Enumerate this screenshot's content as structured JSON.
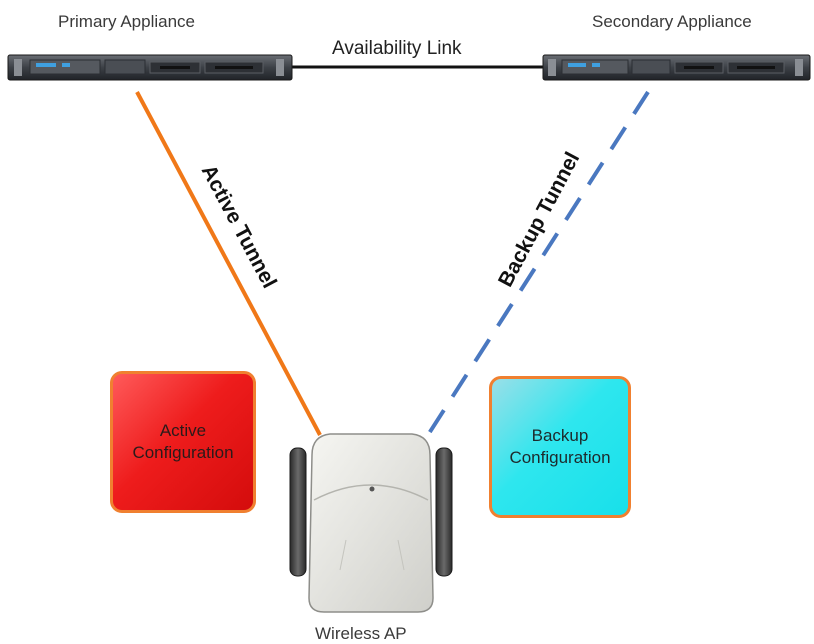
{
  "labels": {
    "primary_appliance": "Primary Appliance",
    "secondary_appliance": "Secondary Appliance",
    "availability_link": "Availability Link",
    "active_tunnel": "Active Tunnel",
    "backup_tunnel": "Backup Tunnel",
    "wireless_ap": "Wireless AP"
  },
  "boxes": {
    "active": {
      "line1": "Active",
      "line2": "Configuration"
    },
    "backup": {
      "line1": "Backup",
      "line2": "Configuration"
    }
  },
  "colors": {
    "active_tunnel": "#f07818",
    "backup_tunnel": "#4a78c0",
    "active_box_fill": "#ee1c1c",
    "active_box_border": "#f08030",
    "backup_box_fill": "#22e6ee",
    "backup_box_border": "#f08030"
  }
}
